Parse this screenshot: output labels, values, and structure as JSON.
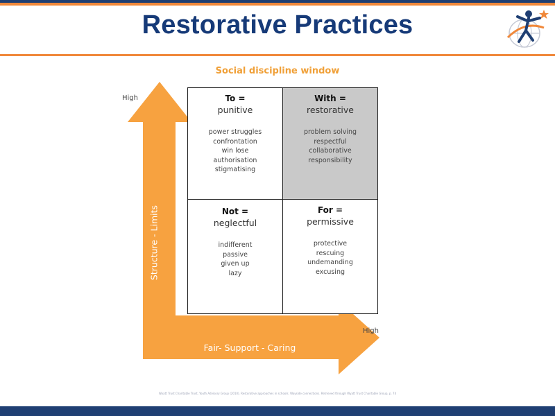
{
  "header": {
    "title": "Restorative Practices"
  },
  "diagram": {
    "subtitle": "Social discipline window",
    "y_axis": {
      "label": "Structure - Limits",
      "high": "High"
    },
    "x_axis": {
      "label": "Fair- Support - Caring",
      "high": "High"
    },
    "quadrants": {
      "top_left": {
        "title": "To =",
        "sub": "punitive",
        "items": [
          "power struggles",
          "confrontation",
          "win lose",
          "authorisation",
          "stigmatising"
        ]
      },
      "top_right": {
        "title": "With =",
        "sub": "restorative",
        "items": [
          "problem solving",
          "respectful",
          "collaborative",
          "responsibility"
        ]
      },
      "bottom_left": {
        "title": "Not =",
        "sub": "neglectful",
        "items": [
          "indifferent",
          "passive",
          "given up",
          "lazy"
        ]
      },
      "bottom_right": {
        "title": "For =",
        "sub": "permissive",
        "items": [
          "protective",
          "rescuing",
          "undemanding",
          "excusing"
        ]
      }
    },
    "colors": {
      "arrow": "#f7a240",
      "highlight_cell": "#c9c9c9",
      "title": "#163a78",
      "accent": "#f0883a"
    }
  },
  "footer": {
    "citation": "Wyatt Trust Charitable Trust, Youth Advisory Group (2010). Restorative approaches in schools. Wayside connections. Retrieved through Wyatt Trust Charitable Group, p. 74"
  }
}
